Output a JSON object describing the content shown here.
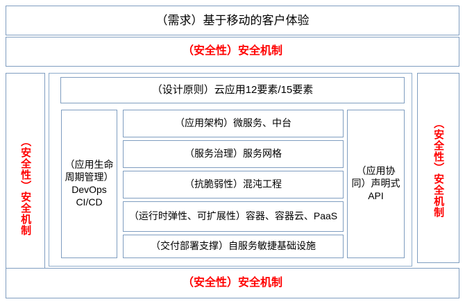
{
  "diagram": {
    "title_bar": {
      "label": "（需求）基于移动的客户体验"
    },
    "security_top": {
      "label": "（安全性）安全机制"
    },
    "security_bottom": {
      "label": "（安全性）安全机制"
    },
    "security_left": {
      "label": "（安全性）安全机制"
    },
    "security_right": {
      "label": "（安全性）安全机制"
    },
    "design_principles": {
      "label": "（设计原则）云应用12要素/15要素"
    },
    "lifecycle": {
      "label": "（应用生命周期管理）DevOps CI/CD"
    },
    "collaboration": {
      "label": "（应用协同）声明式API"
    },
    "stack": [
      {
        "label": "（应用架构）微服务、中台"
      },
      {
        "label": "（服务治理）服务网格"
      },
      {
        "label": "（抗脆弱性）混沌工程"
      },
      {
        "label": "（运行时弹性、可扩展性）容器、容器云、PaaS"
      },
      {
        "label": "（交付部署支撑）自服务敏捷基础设施"
      }
    ],
    "colors": {
      "border": "#8faccb",
      "security_text": "#ff0000",
      "body_text": "#000000",
      "background": "#ffffff"
    }
  }
}
